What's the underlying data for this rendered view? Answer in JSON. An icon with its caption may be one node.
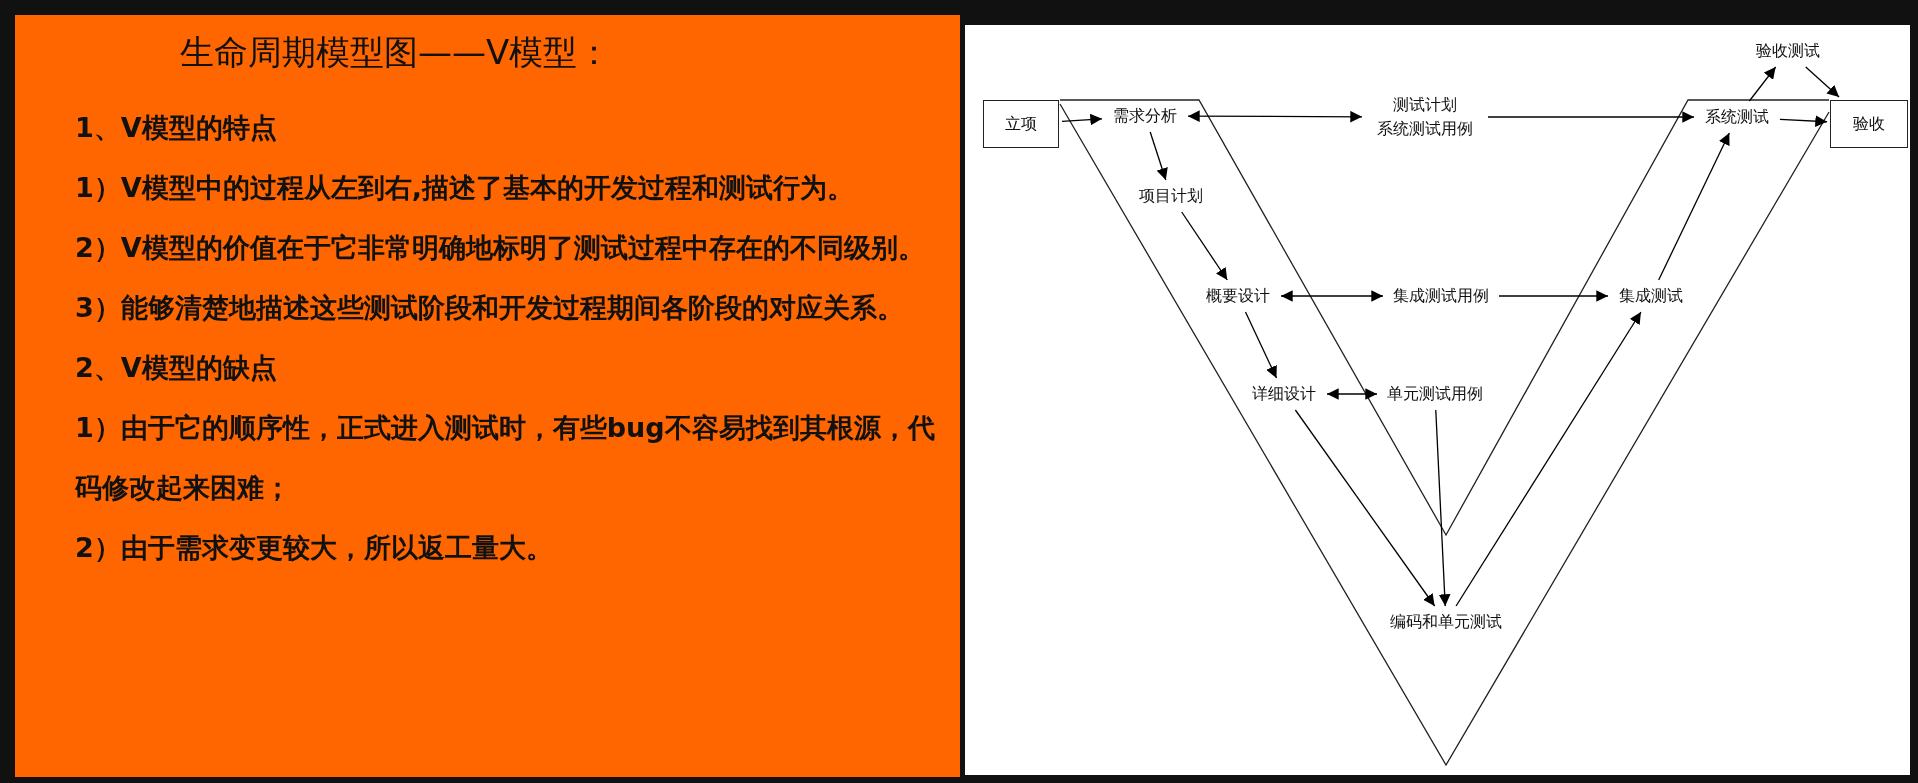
{
  "diagram": {
    "title": "生命周期模型图——V模型：",
    "nodes": [
      {
        "text": [
          "立项"
        ]
      },
      {
        "text": [
          "需求分析"
        ]
      },
      {
        "text": [
          "项目计划"
        ]
      },
      {
        "text": [
          "概要设计"
        ]
      },
      {
        "text": [
          "详细设计"
        ]
      },
      {
        "text": [
          "编码和单元测试"
        ]
      },
      {
        "text": [
          "测试计划",
          "系统测试用例"
        ]
      },
      {
        "text": [
          "集成测试用例"
        ]
      },
      {
        "text": [
          "单元测试用例"
        ]
      },
      {
        "text": [
          "集成测试"
        ]
      },
      {
        "text": [
          "系统测试"
        ]
      },
      {
        "text": [
          "验收测试"
        ]
      },
      {
        "text": [
          "验收"
        ]
      }
    ],
    "edges": [
      {
        "from": 0,
        "to": 1,
        "arrow": "to"
      },
      {
        "from": 1,
        "to": 6,
        "arrow": "both"
      },
      {
        "from": 6,
        "to": 10,
        "arrow": "to"
      },
      {
        "from": 1,
        "to": 2,
        "arrow": "to"
      },
      {
        "from": 2,
        "to": 3,
        "arrow": "to"
      },
      {
        "from": 3,
        "to": 7,
        "arrow": "both"
      },
      {
        "from": 7,
        "to": 9,
        "arrow": "to"
      },
      {
        "from": 3,
        "to": 4,
        "arrow": "to"
      },
      {
        "from": 4,
        "to": 8,
        "arrow": "both"
      },
      {
        "from": 8,
        "to": 5,
        "arrow": "to"
      },
      {
        "from": 4,
        "to": 5,
        "arrow": "to"
      },
      {
        "from": 5,
        "to": 9,
        "arrow": "to"
      },
      {
        "from": 9,
        "to": 10,
        "arrow": "to"
      },
      {
        "from": 10,
        "to": 11,
        "arrow": "to"
      },
      {
        "from": 11,
        "to": 12,
        "arrow": "to"
      },
      {
        "from": 10,
        "to": 12,
        "arrow": "to"
      }
    ],
    "labels": [
      "1、V模型的特点",
      "1）V模型中的过程从左到右,描述了基本的开发过程和测试行为。",
      "2）V模型的价值在于它非常明确地标明了测试过程中存在的不同级别。",
      "3）能够清楚地描述这些测试阶段和开发过程期间各阶段的对应关系。",
      "2、V模型的缺点",
      "1）由于它的顺序性，正式进入测试时，有些bug不容易找到其根源，代码修改起来困难；",
      "2）由于需求变更较大，所以返工量大。"
    ]
  }
}
